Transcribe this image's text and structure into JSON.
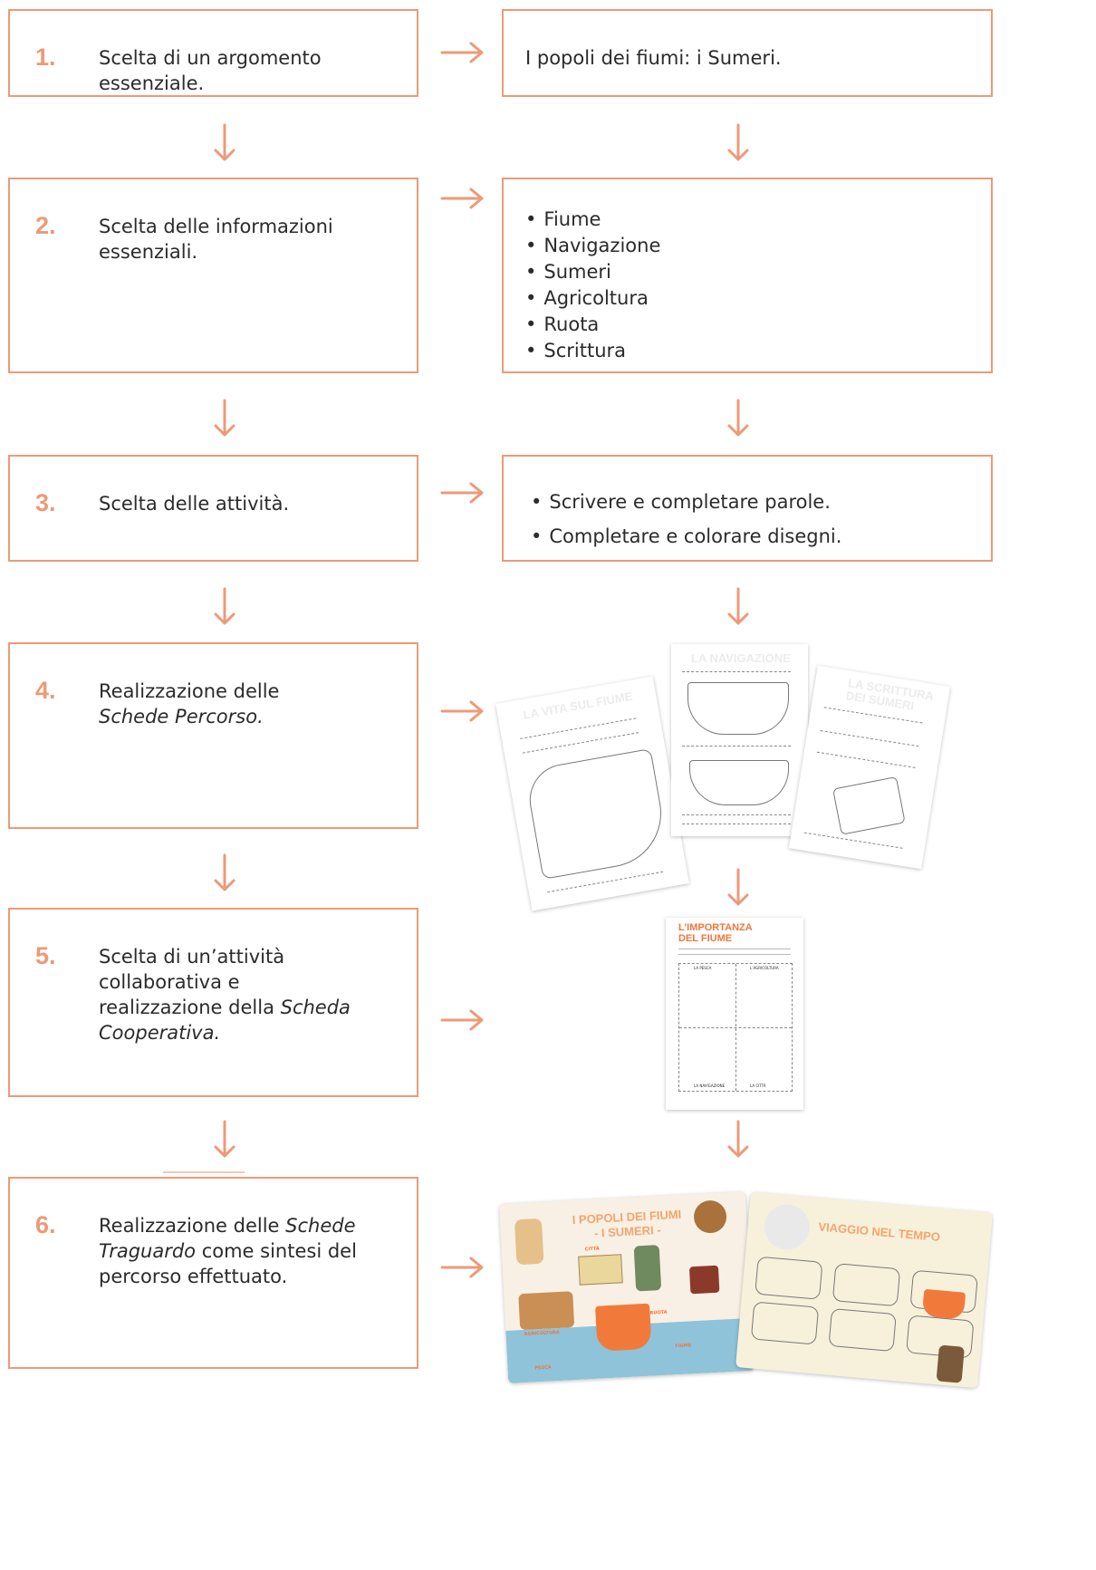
{
  "colors": {
    "accent": "#ec9a78",
    "text": "#2b2b2b"
  },
  "steps": [
    {
      "num": "1.",
      "text": "Scelta di un argomento essenziale."
    },
    {
      "num": "2.",
      "text": "Scelta delle informazioni essenziali."
    },
    {
      "num": "3.",
      "text": "Scelta delle attività."
    },
    {
      "num": "4.",
      "pre": "Realizzazione delle ",
      "em": "Schede Percorso.",
      "post": ""
    },
    {
      "num": "5.",
      "pre": "Scelta di un’attività collaborativa e realizzazione della ",
      "em": "Scheda Cooperativa.",
      "post": ""
    },
    {
      "num": "6.",
      "pre": "Realizzazione delle ",
      "em": "Schede Traguardo",
      "post": " come sintesi del percorso effettuato."
    }
  ],
  "results": {
    "r1": "I popoli dei fiumi: i Sumeri.",
    "r2": [
      "Fiume",
      "Navigazione",
      "Sumeri",
      "Agricoltura",
      "Ruota",
      "Scrittura"
    ],
    "r3": [
      "Scrivere e completare parole.",
      "Completare e colorare disegni."
    ]
  },
  "thumbs": {
    "s4a": "LA VITA SUL FIUME",
    "s4b": "LA NAVIGAZIONE",
    "s4c1": "LA SCRITTURA",
    "s4c2": "DEI SUMERI",
    "s5_title1": "L’IMPORTANZA",
    "s5_title2": "DEL FIUME",
    "s5_cells": [
      "LA PESCA",
      "L’AGRICOLTURA",
      "LA NAVIGAZIONE",
      "LA CITTÀ"
    ],
    "s6a1": "I POPOLI DEI FIUMI",
    "s6a2": "- I SUMERI -",
    "s6a_labels": [
      "CITTÀ",
      "AGRICOLTURA",
      "RUOTA",
      "PESCA",
      "FIUME"
    ],
    "s6b": "VIAGGIO NEL TEMPO"
  }
}
